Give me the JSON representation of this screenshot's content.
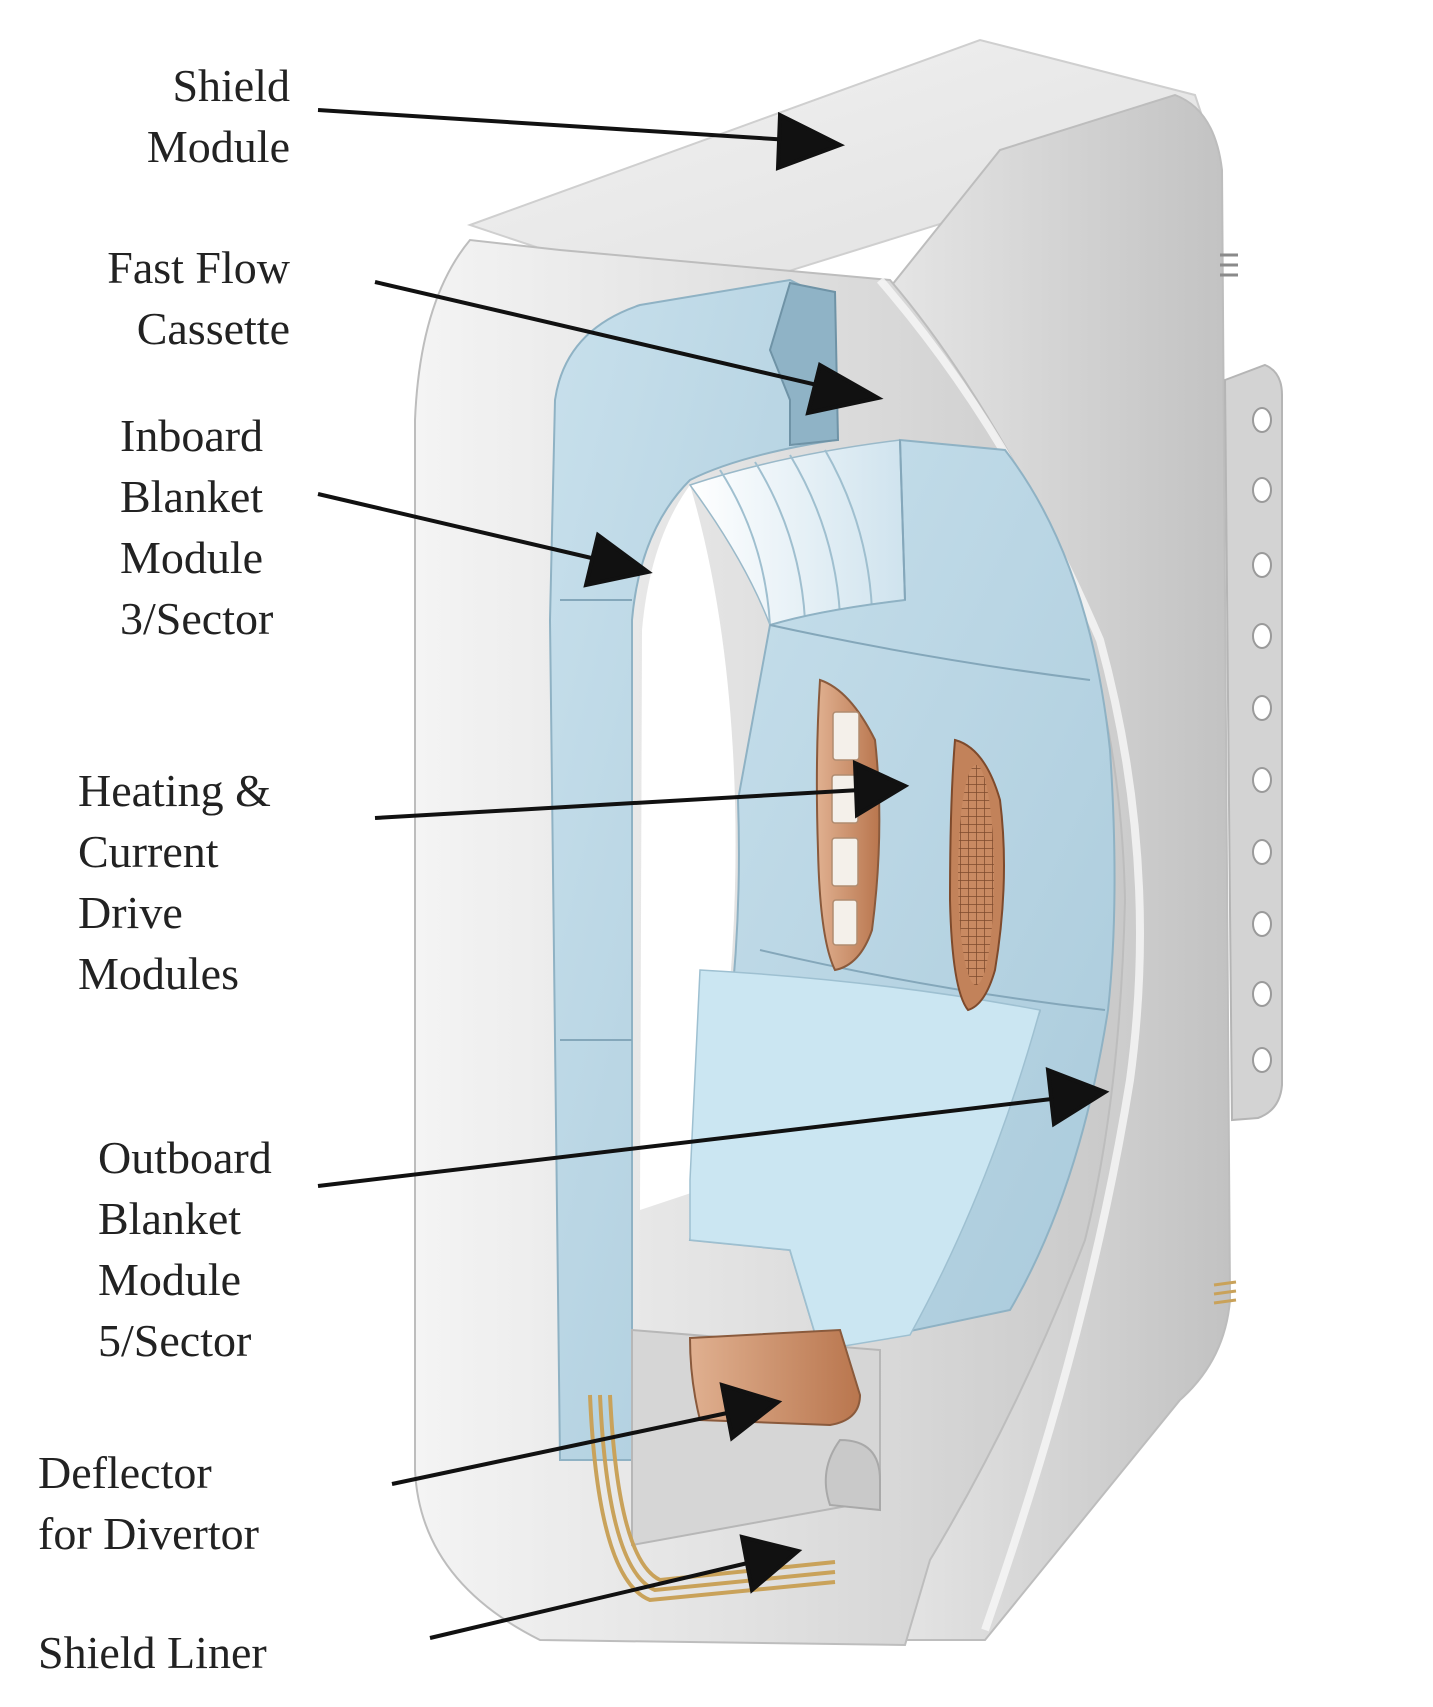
{
  "labels": {
    "shield_module": [
      "Shield",
      "Module"
    ],
    "fast_flow_cassette": [
      "Fast Flow",
      "Cassette"
    ],
    "inboard_blanket": [
      "Inboard",
      "Blanket",
      "Module",
      "3/Sector"
    ],
    "heating_current_drive": [
      "Heating &",
      "Current",
      "Drive",
      "Modules"
    ],
    "outboard_blanket": [
      "Outboard",
      "Blanket",
      "Module",
      "5/Sector"
    ],
    "deflector": [
      "Deflector",
      "for Divertor"
    ],
    "shield_liner": [
      "Shield Liner"
    ]
  },
  "colors": {
    "shield": "#dcdcdc",
    "blanket": "#b4d3e2",
    "copper": "#c88a62",
    "arrow": "#111111"
  }
}
